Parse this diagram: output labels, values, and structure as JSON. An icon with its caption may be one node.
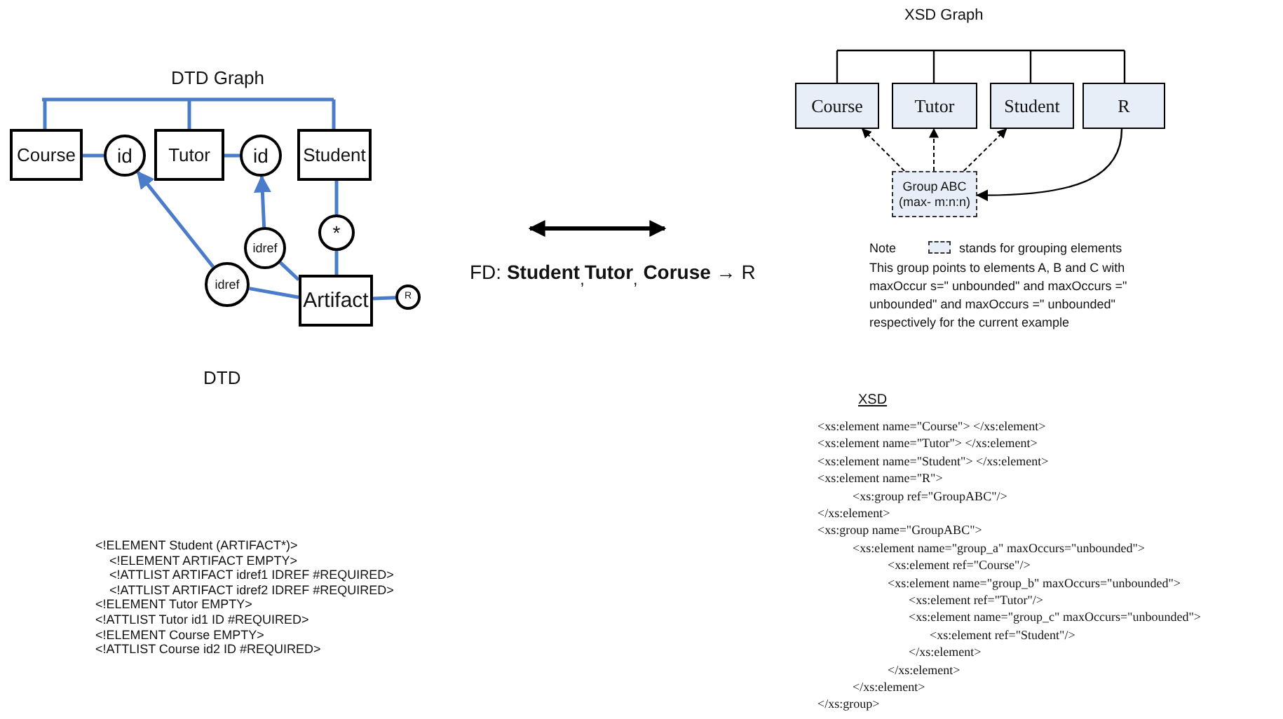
{
  "diagram": {
    "nodes": [
      {
        "text": [
          "Course"
        ]
      },
      {
        "text": [
          "id"
        ]
      },
      {
        "text": [
          "Tutor"
        ]
      },
      {
        "text": [
          "id"
        ]
      },
      {
        "text": [
          "Student"
        ]
      },
      {
        "text": [
          "*"
        ]
      },
      {
        "text": [
          "idref"
        ]
      },
      {
        "text": [
          "idref"
        ]
      },
      {
        "text": [
          "Artifact"
        ]
      },
      {
        "text": [
          "R"
        ]
      },
      {
        "text": [
          "Course"
        ]
      },
      {
        "text": [
          "Tutor"
        ]
      },
      {
        "text": [
          "Student"
        ]
      },
      {
        "text": [
          "R"
        ]
      },
      {
        "text": [
          "Group ABC (max- m:n:n)"
        ]
      }
    ],
    "edges": [
      {
        "from": null,
        "to": 0,
        "arrow": "none"
      },
      {
        "from": null,
        "to": 2,
        "arrow": "none"
      },
      {
        "from": null,
        "to": 4,
        "arrow": "none"
      },
      {
        "from": 0,
        "to": 1,
        "arrow": "none"
      },
      {
        "from": 2,
        "to": 3,
        "arrow": "none"
      },
      {
        "from": 4,
        "to": 5,
        "arrow": "none"
      },
      {
        "from": 5,
        "to": 8,
        "arrow": "none"
      },
      {
        "from": 6,
        "to": 3,
        "arrow": "to"
      },
      {
        "from": 7,
        "to": 1,
        "arrow": "to"
      },
      {
        "from": 8,
        "to": 6,
        "arrow": "none"
      },
      {
        "from": 8,
        "to": 7,
        "arrow": "none"
      },
      {
        "from": 8,
        "to": 9,
        "arrow": "none"
      },
      {
        "from": null,
        "to": 10,
        "arrow": "none",
        "color": "#000000"
      },
      {
        "from": null,
        "to": 11,
        "arrow": "none",
        "color": "#000000"
      },
      {
        "from": null,
        "to": 12,
        "arrow": "none",
        "color": "#000000"
      },
      {
        "from": null,
        "to": 13,
        "arrow": "none",
        "color": "#000000"
      },
      {
        "from": 14,
        "to": 10,
        "arrow": "to",
        "style": "dashed",
        "color": "#000000"
      },
      {
        "from": 14,
        "to": 11,
        "arrow": "to",
        "style": "dashed",
        "color": "#000000"
      },
      {
        "from": 14,
        "to": 12,
        "arrow": "to",
        "style": "dashed",
        "color": "#000000"
      },
      {
        "from": 13,
        "to": 14,
        "arrow": "to",
        "color": "#000000"
      }
    ],
    "labels": [
      "XSD Graph",
      "DTD Graph",
      "FD: **Student**$_{,}$**Tutor**$_{,}$ **Coruse** → R",
      "Note",
      "This group points to elements A, B and C with maxOccur s=\" unbounded\" and maxOccurs =\"  unbounded\" and maxOccurs =\"  unbounded\" respectively for the current example",
      "DTD",
      "XSD",
      "<!ELEMENT Student (ARTIFACT*)>",
      "<!ELEMENT ARTIFACT EMPTY>",
      "<!ATTLIST ARTIFACT idref1 IDREF #REQUIRED>",
      "<!ATTLIST ARTIFACT idref2 IDREF #REQUIRED>",
      "<!ELEMENT Tutor EMPTY>",
      "<!ATTLIST Tutor id1 ID #REQUIRED>",
      "<!ELEMENT Course EMPTY>",
      "<!ATTLIST Course id2 ID #REQUIRED>",
      "<xs:element name=\"Course\"> </xs:element>",
      "<xs:element name=\"Tutor\"> </xs:element>",
      "<xs:element name=\"Student\"> </xs:element>",
      "<xs:element name=\"R\">",
      "<xs:group ref=\"GroupABC\"/>",
      "</xs:element>",
      "<xs:group name=\"GroupABC\">",
      "<xs:element name=\"group_a\" maxOccurs=\"unbounded\">",
      "<xs:element ref=\"Course\"/>",
      "<xs:element name=\"group_b\" maxOccurs=\"unbounded\">",
      "<xs:element ref=\"Tutor\"/>",
      "<xs:element name=\"group_c\" maxOccurs=\"unbounded\">",
      "<xs:element ref=\"Student\"/>",
      "</xs:element>",
      "</xs:element>",
      "</xs:element>",
      "</xs:group>"
    ],
    "legend": [
      {
        "text": "stands for grouping elements"
      }
    ]
  }
}
